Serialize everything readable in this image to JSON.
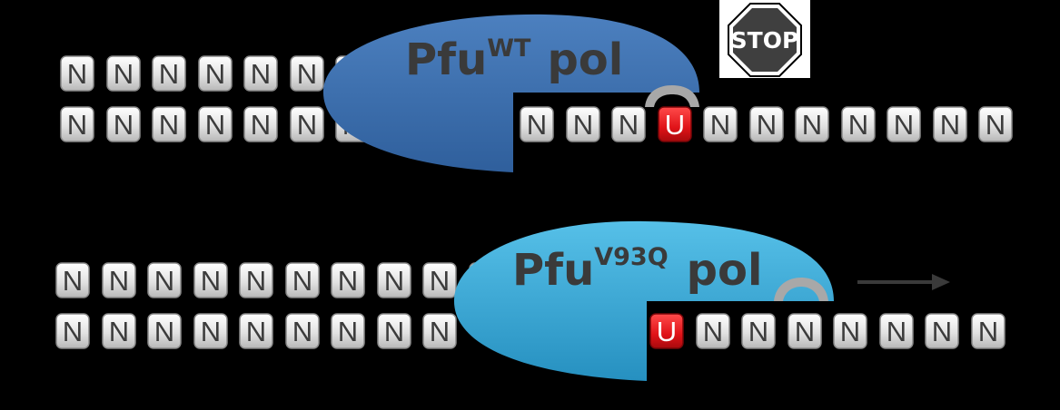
{
  "top_panel": {
    "base_letter": "N",
    "uracil_letter": "U",
    "polymerase": {
      "name": "Pfu",
      "superscript": "WT",
      "suffix": "pol"
    },
    "stop_sign": {
      "label": "STOP"
    }
  },
  "bottom_panel": {
    "base_letter": "N",
    "uracil_letter": "U",
    "polymerase": {
      "name": "Pfu",
      "superscript": "V93Q",
      "suffix": "pol"
    }
  },
  "colors": {
    "background": "#000000",
    "tile_fill": "#e3e3e3",
    "uracil_fill": "#e8141b",
    "pol_wt": "#3f72b0",
    "pol_v93q": "#39a7d4",
    "arc": "#a8a8a8",
    "arrow": "#3a3a3a",
    "stop_fill": "#3f3f3f"
  }
}
